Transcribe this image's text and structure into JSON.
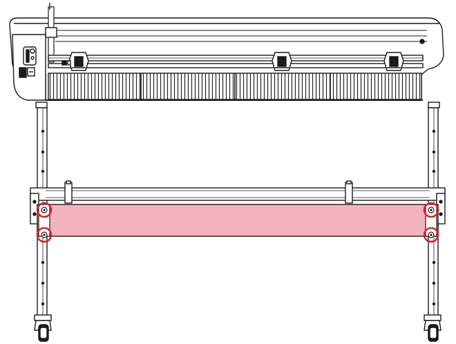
{
  "figure": {
    "subject": "cutting-plotter-with-stand",
    "highlight_color": "#f5b3bd",
    "marker_color": "#d8232a",
    "outline_color": "#1a1a1a",
    "highlighted_part": "stand-crossbar",
    "marked_screws": [
      "top-left",
      "top-right",
      "bottom-left",
      "bottom-right"
    ]
  }
}
